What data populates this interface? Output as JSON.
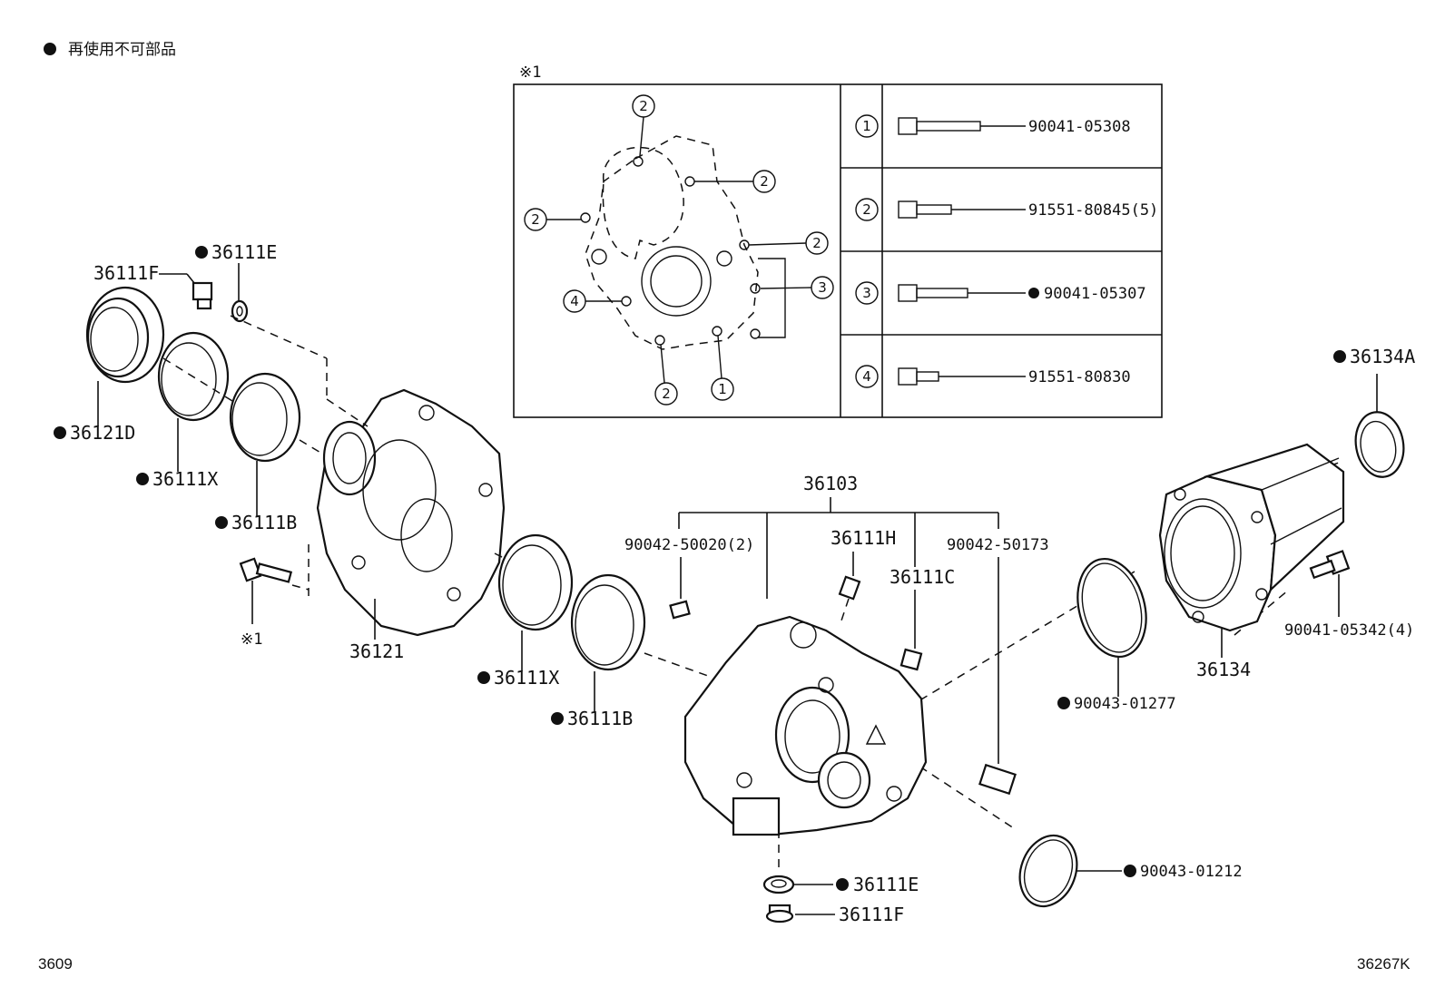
{
  "legend": {
    "bullet": "●",
    "text": "再使用不可部品"
  },
  "inset": {
    "marker": "※1",
    "table": [
      {
        "num": "1",
        "part": "90041-05308"
      },
      {
        "num": "2",
        "part": "91551-80845(5)"
      },
      {
        "num": "3",
        "part": "90041-05307",
        "non_reusable": true
      },
      {
        "num": "4",
        "part": "91551-80830"
      }
    ],
    "callouts": [
      "2",
      "2",
      "2",
      "2",
      "3",
      "4",
      "2",
      "1"
    ]
  },
  "labels": {
    "p36111F_top": "36111F",
    "p36111E_top": "36111E",
    "p36121D": "36121D",
    "p36111X_left": "36111X",
    "p36111B_left": "36111B",
    "marker_bolt": "※1",
    "p36121": "36121",
    "p36111X_mid": "36111X",
    "p36111B_mid": "36111B",
    "p36103": "36103",
    "p90042_50020": "90042-50020(2)",
    "p36111H": "36111H",
    "p36111C": "36111C",
    "p90042_50173": "90042-50173",
    "p36134A": "36134A",
    "p90041_05342": "90041-05342(4)",
    "p36134": "36134",
    "p90043_01277": "90043-01277",
    "p90043_01212": "90043-01212",
    "p36111E_bot": "36111E",
    "p36111F_bot": "36111F"
  },
  "footer": {
    "left": "3609",
    "right": "36267K"
  }
}
